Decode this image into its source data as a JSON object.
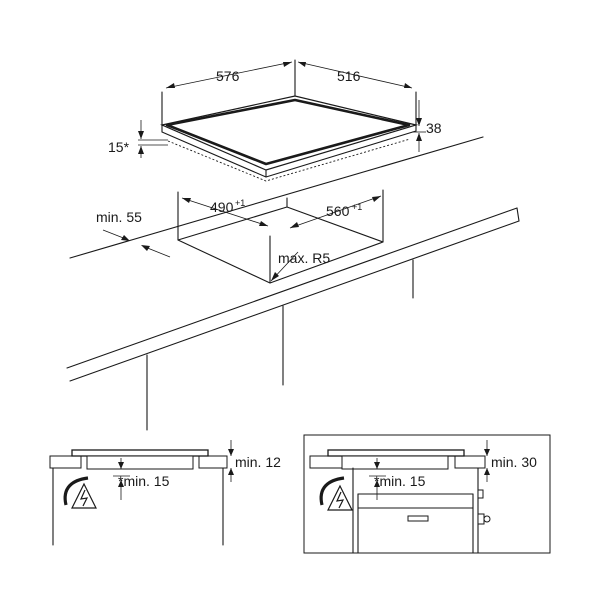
{
  "top_view": {
    "width_label": "576",
    "depth_label": "516",
    "height_label": "38",
    "frame_label": "15*",
    "cutout_width_label": "490",
    "cutout_width_tol": "+1",
    "cutout_depth_label": "560",
    "cutout_depth_tol": "+1",
    "edge_distance_label": "min. 55",
    "corner_radius_label": "max. R5"
  },
  "section_left": {
    "top_clearance_label": "min. 12",
    "under_clearance_label": "*min. 15"
  },
  "section_right": {
    "top_clearance_label": "min. 30",
    "under_clearance_label": "*min. 15"
  },
  "colors": {
    "line": "#1a1a1a",
    "background": "#ffffff"
  }
}
